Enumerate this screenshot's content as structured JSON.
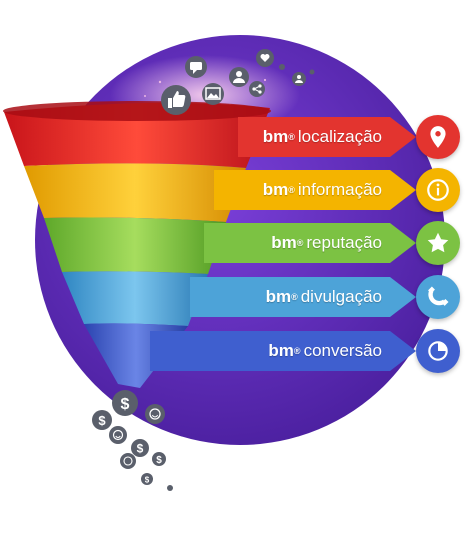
{
  "brand": "bm",
  "reg": "®",
  "stages": [
    {
      "label": "localização",
      "color": "#e3342f",
      "icon": "location-pin-icon"
    },
    {
      "label": "informação",
      "color": "#f4b400",
      "icon": "info-icon"
    },
    {
      "label": "reputação",
      "color": "#7cc243",
      "icon": "star-icon"
    },
    {
      "label": "divulgação",
      "color": "#4da3d8",
      "icon": "magnet-icon"
    },
    {
      "label": "conversão",
      "color": "#3f5fcf",
      "icon": "pie-chart-icon"
    }
  ],
  "colors": {
    "circle_background": "#5b2bb5",
    "bubble_gray": "#5a5f6b"
  },
  "social_icons": [
    "chat-icon",
    "like-icon",
    "image-icon",
    "user-icon",
    "share-icon",
    "heart-icon",
    "user-group-icon"
  ],
  "money_icons": [
    "dollar-icon",
    "smile-icon",
    "dollar-icon",
    "smile-icon",
    "dollar-icon",
    "smile-icon",
    "dollar-icon"
  ]
}
